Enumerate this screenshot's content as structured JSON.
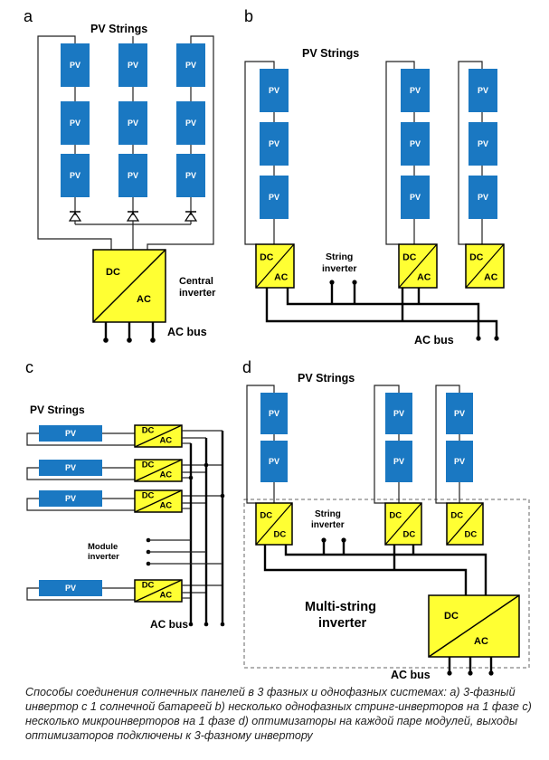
{
  "panels": {
    "a": {
      "letter": "a",
      "pv_strings": "PV Strings",
      "pv": "PV",
      "dc": "DC",
      "ac": "AC",
      "inverter_line1": "Central",
      "inverter_line2": "inverter",
      "ac_bus": "AC bus"
    },
    "b": {
      "letter": "b",
      "pv_strings": "PV Strings",
      "pv": "PV",
      "dc": "DC",
      "ac": "AC",
      "string_line1": "String",
      "string_line2": "inverter",
      "ac_bus": "AC bus"
    },
    "c": {
      "letter": "c",
      "pv_strings": "PV Strings",
      "pv": "PV",
      "dc": "DC",
      "ac": "AC",
      "module_line1": "Module",
      "module_line2": "inverter",
      "ac_bus": "AC bus"
    },
    "d": {
      "letter": "d",
      "pv_strings": "PV Strings",
      "pv": "PV",
      "dc": "DC",
      "string_line1": "String",
      "string_line2": "inverter",
      "multi_line1": "Multi-string",
      "multi_line2": "inverter",
      "big_dc": "DC",
      "big_ac": "AC",
      "ac_bus": "AC bus"
    }
  },
  "caption": "Способы соединения солнечных панелей в 3 фазных и однофазных системах: а) 3-фазный инвертор с 1 солнечной батареей b) несколько однофазных стринг-инверторов на 1 фазе c) несколько микроинверторов на 1 фазе d) оптимизаторы на каждой паре модулей, выходы оптимизаторов подключены к 3-фазному инвертору",
  "colors": {
    "pv_module": "#1a78c2",
    "inverter": "#ffff33",
    "wire": "#222222",
    "background": "#ffffff"
  },
  "icons": [
    "diode-icon",
    "inverter-diagonal-icon",
    "bus-terminal-dot"
  ]
}
